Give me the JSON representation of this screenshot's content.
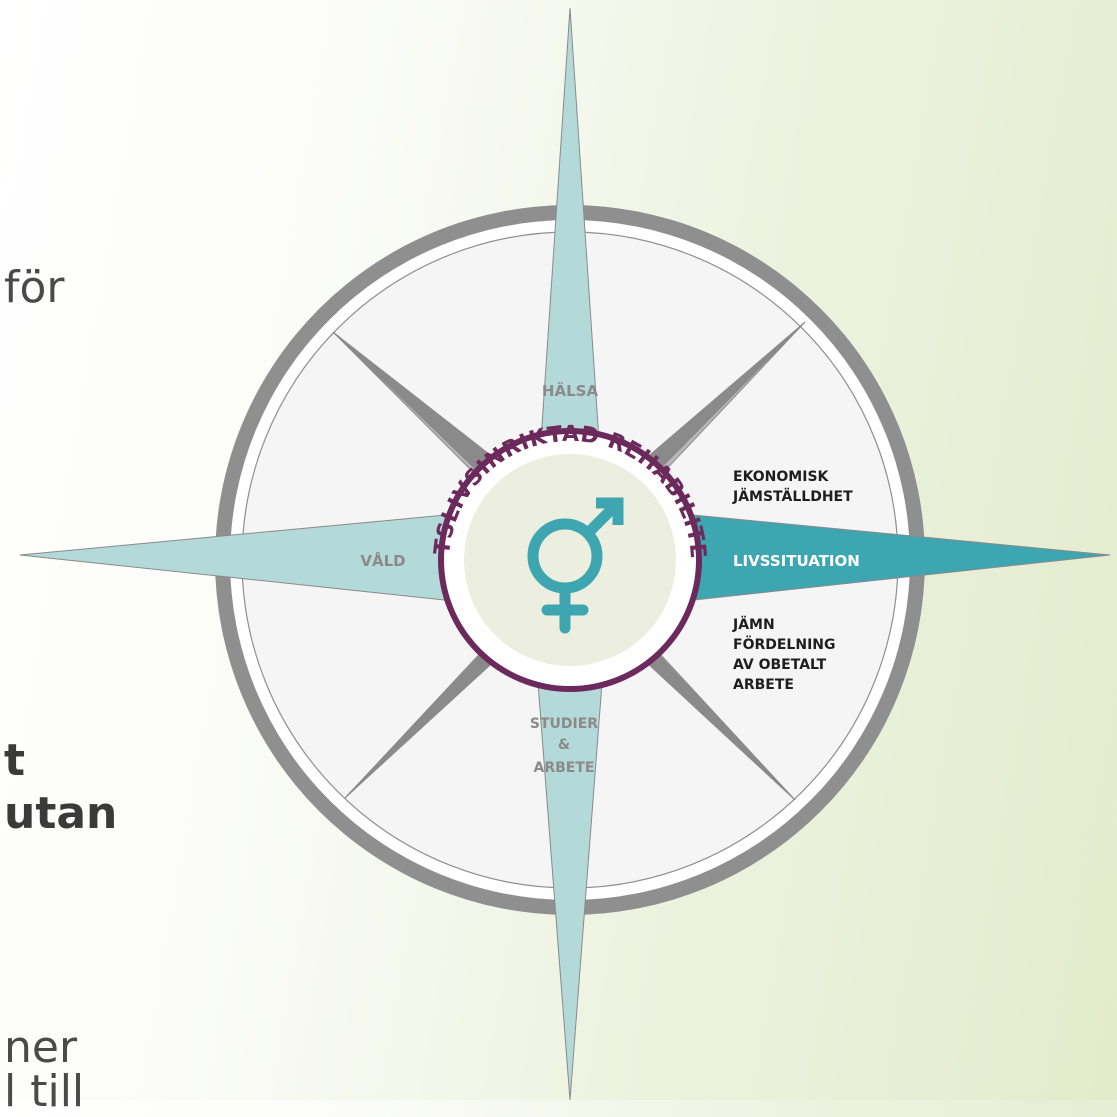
{
  "background_text": {
    "line1": "för",
    "line2": "t",
    "line3": "utan",
    "line4": "ner",
    "line5": "l till"
  },
  "compass": {
    "ring_text_top": "ARBETSLIVSINRIKTAD REHABILITERING",
    "north_label": "HÄLSA",
    "west_label": "VÅLD",
    "east_label": "LIVSSITUATION",
    "south_label_lines": [
      "STUDIER",
      "&",
      "ARBETE"
    ],
    "east_upper_lines": [
      "EKONOMISK",
      "JÄMSTÄLLDHET"
    ],
    "east_lower_lines": [
      "JÄMN",
      "FÖRDELNING",
      "AV OBETALT",
      "ARBETE"
    ],
    "center_icon": "gender-symbol-icon"
  },
  "colors": {
    "ring_outer": "#8f8f8f",
    "plate": "#f5f5f5",
    "teal_light": "#b3d9d8",
    "teal_dark": "#3ea6b0",
    "grey_dark": "#8a8a8a",
    "grey_light": "#b8b8b8",
    "center_fill": "#ecefe0",
    "center_ring": "#6b2a5b",
    "symbol": "#3ea6b0"
  }
}
